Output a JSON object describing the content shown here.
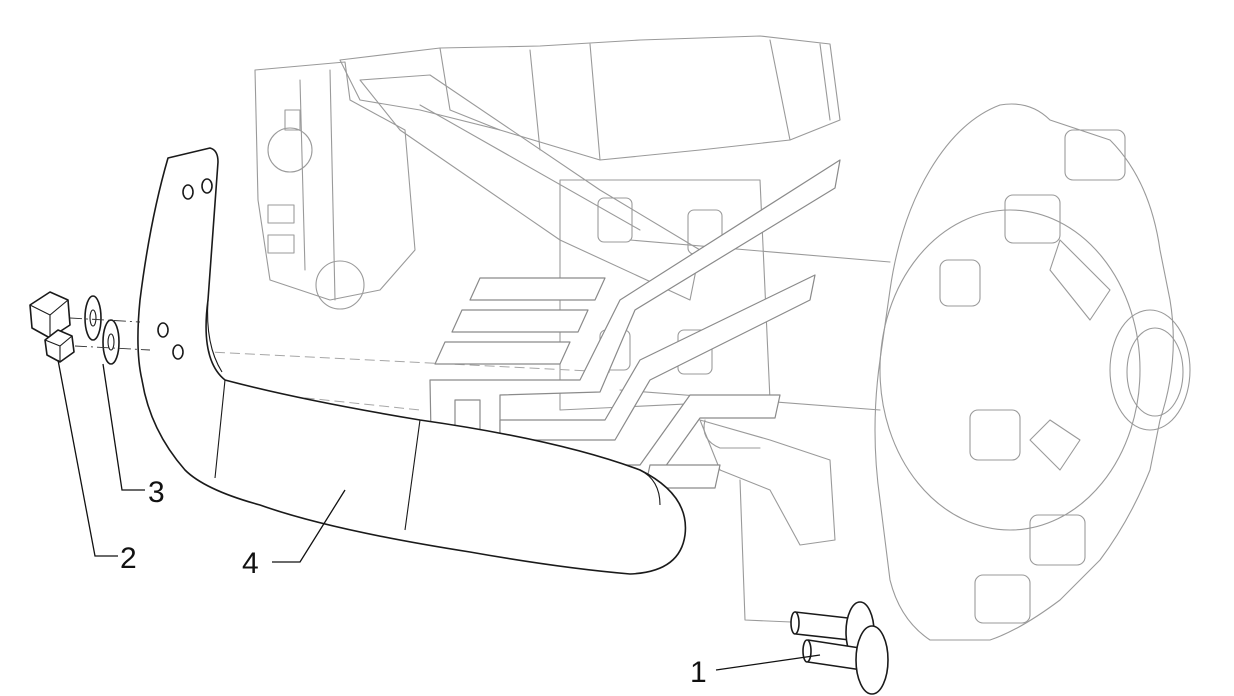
{
  "callouts": [
    {
      "number": "1"
    },
    {
      "number": "2"
    },
    {
      "number": "3"
    },
    {
      "number": "4"
    }
  ],
  "colors": {
    "part_stroke": "#1a1a1a",
    "ghost_stroke": "#9a9a9a",
    "background": "#ffffff"
  }
}
